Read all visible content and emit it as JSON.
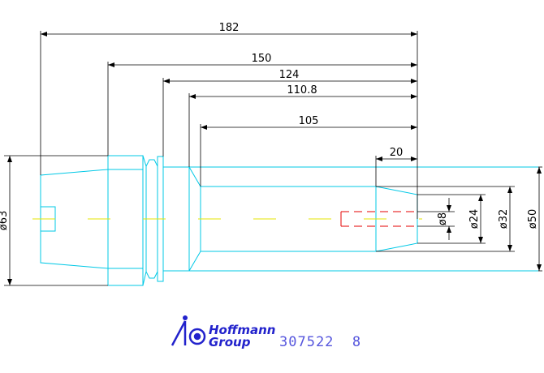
{
  "dimensions": {
    "len_182": "182",
    "len_150": "150",
    "len_124": "124",
    "len_110_8": "110.8",
    "len_105": "105",
    "len_20": "20",
    "dia_63": "ø63",
    "dia_8": "ø8",
    "dia_24": "ø24",
    "dia_32": "ø32",
    "dia_50": "ø50"
  },
  "logo": {
    "line1": "Hoffmann",
    "line2": "Group"
  },
  "part_number": "307522  8",
  "colors": {
    "outline": "#00c8e6",
    "centerline": "#e6e600",
    "hidden": "#e60000",
    "dimension": "#000000",
    "logo": "#2222cc"
  }
}
